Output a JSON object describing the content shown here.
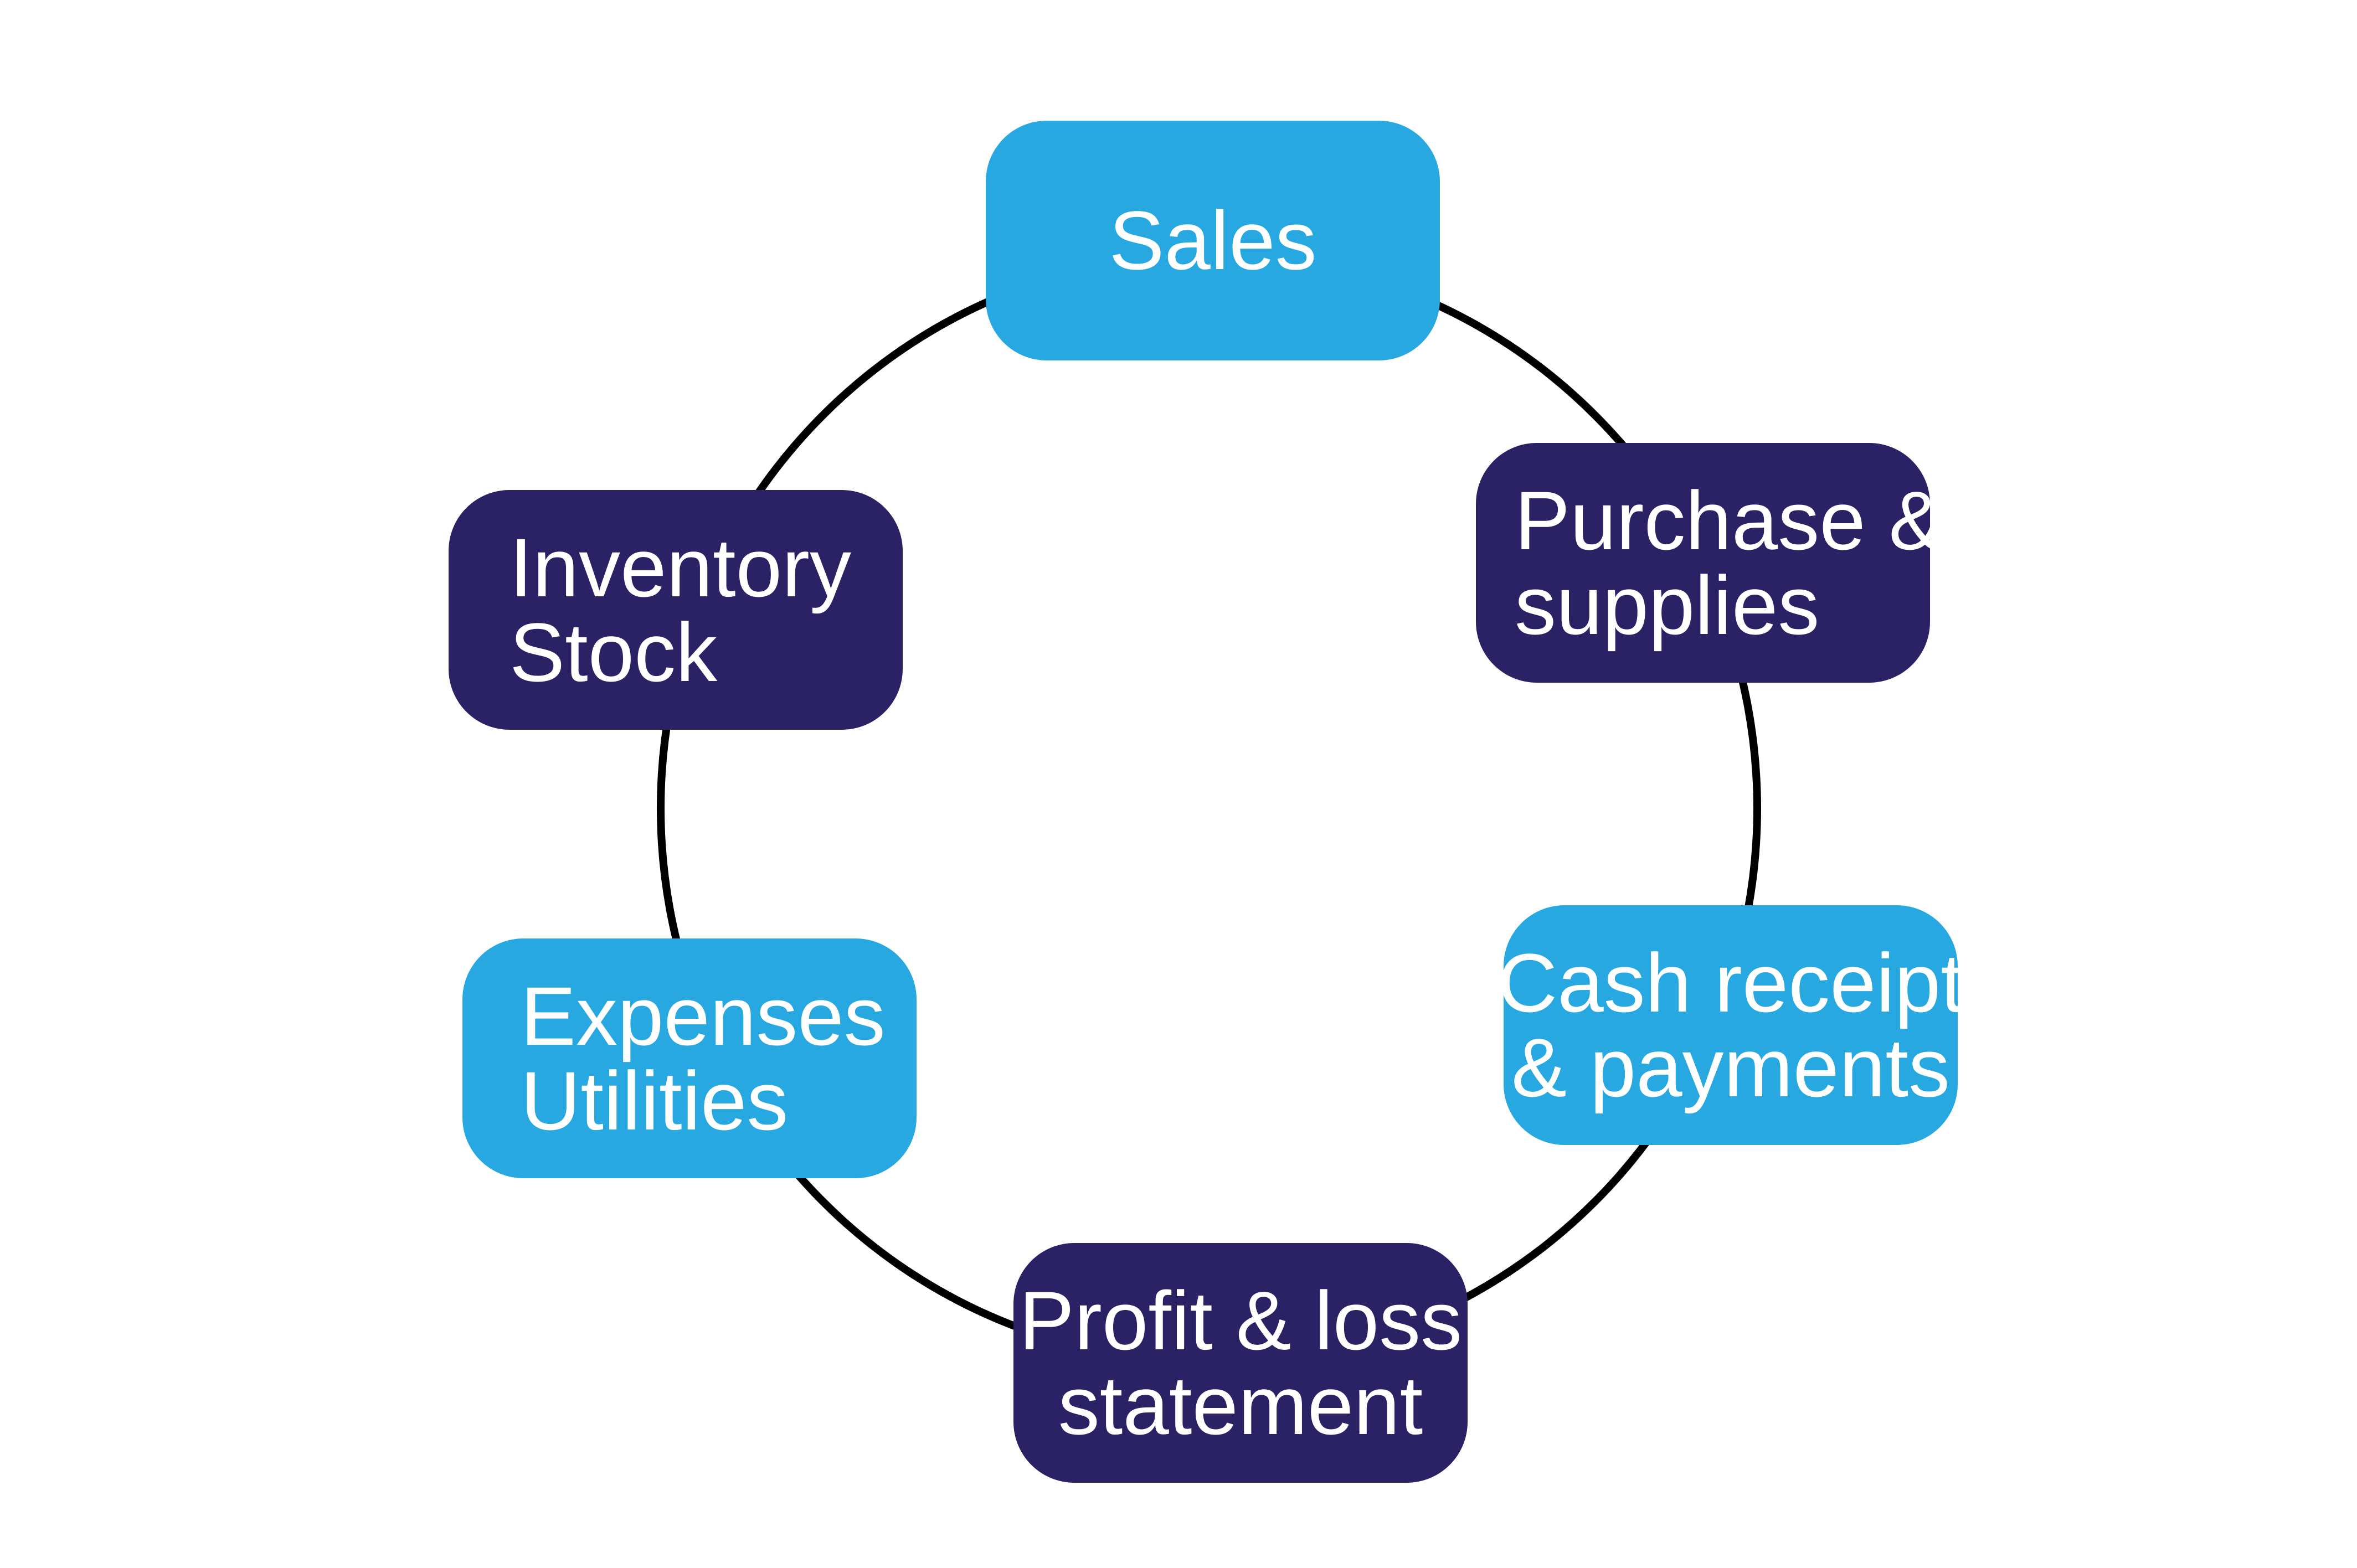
{
  "diagram": {
    "type": "cycle",
    "colors": {
      "light_node": "#27a8e0",
      "dark_node": "#2a2264",
      "ring": "#000000",
      "text": "#ffffff"
    },
    "nodes": [
      {
        "id": "sales",
        "lines": [
          "Sales"
        ],
        "color": "light"
      },
      {
        "id": "purchase",
        "lines": [
          "Purchase &",
          "supplies"
        ],
        "color": "dark"
      },
      {
        "id": "cash",
        "lines": [
          "Cash receipt",
          "& payments"
        ],
        "color": "light"
      },
      {
        "id": "profit",
        "lines": [
          "Profit & loss",
          "statement"
        ],
        "color": "dark"
      },
      {
        "id": "expenses",
        "lines": [
          "Expenses",
          "Utilities"
        ],
        "color": "light"
      },
      {
        "id": "inventory",
        "lines": [
          "Inventory",
          "Stock"
        ],
        "color": "dark"
      }
    ]
  }
}
